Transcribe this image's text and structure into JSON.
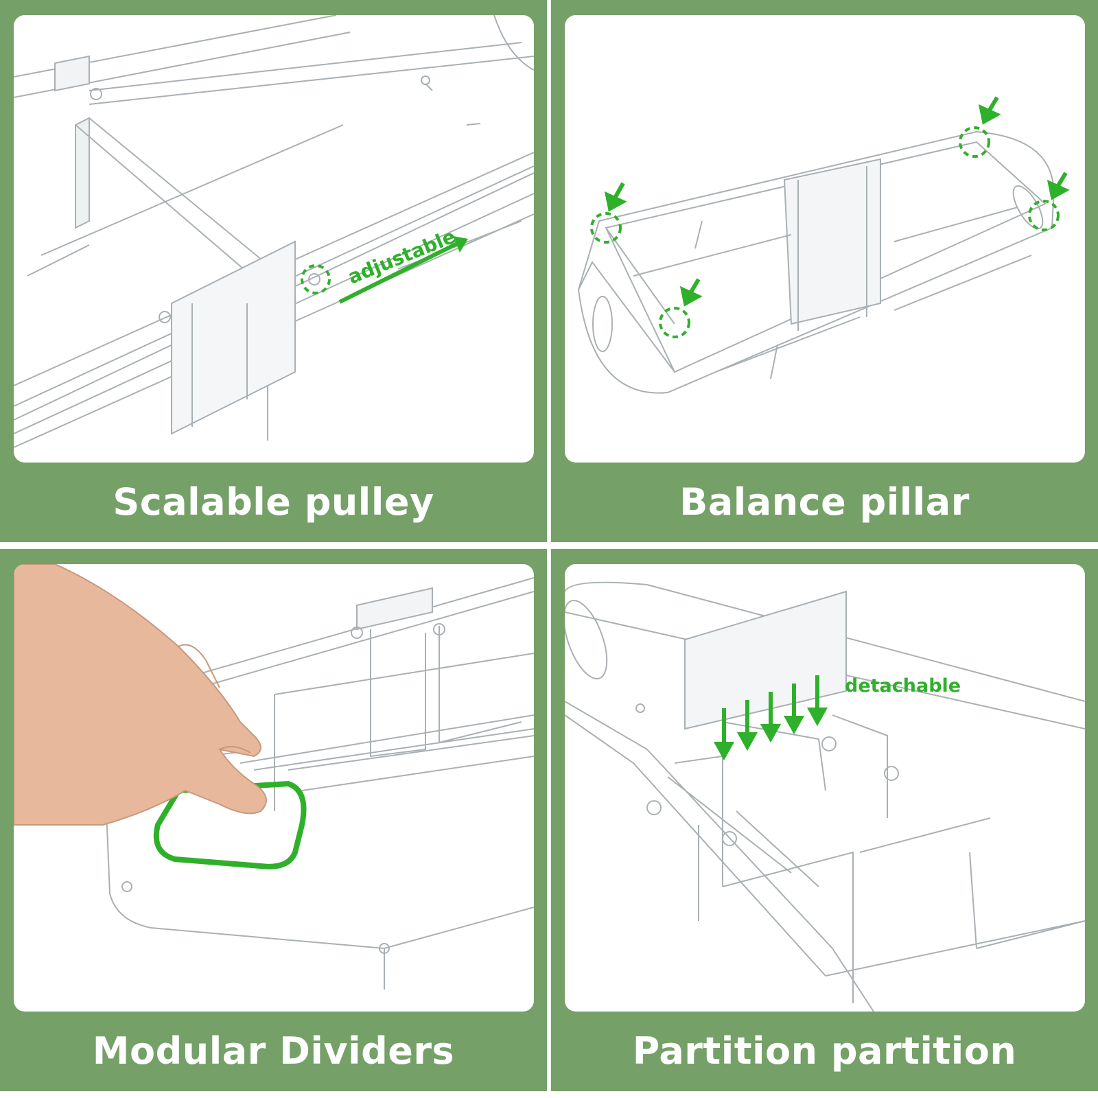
{
  "panels": [
    {
      "caption": "Scalable pulley",
      "annotation": "adjustable"
    },
    {
      "caption": "Balance pillar"
    },
    {
      "caption": "Modular Dividers"
    },
    {
      "caption": "Partition partition",
      "annotation": "detachable"
    }
  ],
  "colors": {
    "panel_background": "#75a068",
    "caption_text": "#ffffff",
    "annotation_green": "#2fb02a",
    "plastic_outline": "#a9b0b3"
  }
}
